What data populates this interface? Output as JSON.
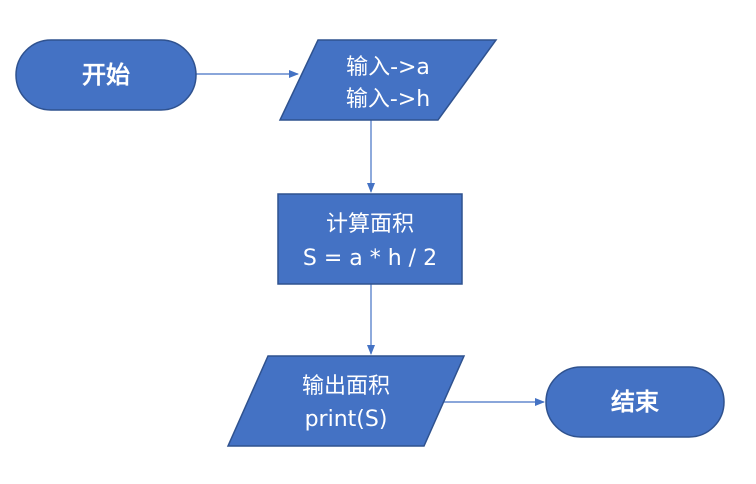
{
  "flowchart": {
    "nodes": [
      {
        "id": "start",
        "shape": "terminator",
        "lines": [
          "开始"
        ],
        "bold": true
      },
      {
        "id": "input",
        "shape": "parallelogram",
        "lines": [
          "输入->a",
          "输入->h"
        ],
        "bold": false
      },
      {
        "id": "compute",
        "shape": "process",
        "lines": [
          "计算面积",
          "S = a * h / 2"
        ],
        "bold": false
      },
      {
        "id": "output",
        "shape": "parallelogram",
        "lines": [
          "输出面积",
          "print(S)"
        ],
        "bold": false
      },
      {
        "id": "end",
        "shape": "terminator",
        "lines": [
          "结束"
        ],
        "bold": true
      }
    ],
    "edges": [
      {
        "from": "start",
        "to": "input"
      },
      {
        "from": "input",
        "to": "compute"
      },
      {
        "from": "compute",
        "to": "output"
      },
      {
        "from": "output",
        "to": "end"
      }
    ],
    "colors": {
      "node_fill": "#4472c4",
      "node_border": "#2f528f",
      "edge": "#4472c4",
      "text": "#ffffff"
    }
  }
}
